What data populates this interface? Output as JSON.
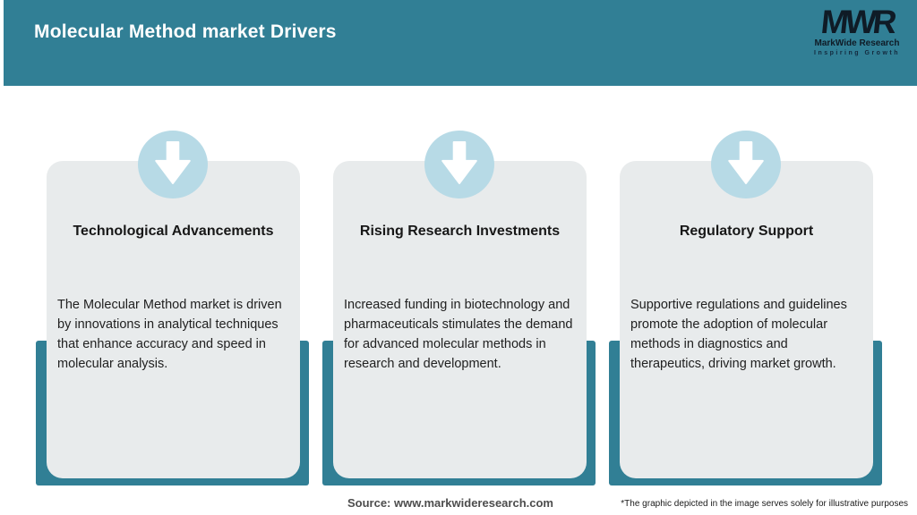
{
  "header": {
    "title": "Molecular Method market Drivers"
  },
  "logo": {
    "acronym": "MWR",
    "name": "MarkWide Research",
    "tagline": "Inspiring Growth"
  },
  "cards": [
    {
      "icon": "down-arrow-icon",
      "title": "Technological Advancements",
      "body": "The Molecular Method market is driven by innovations in analytical techniques that enhance accuracy and speed in molecular analysis."
    },
    {
      "icon": "down-arrow-icon",
      "title": "Rising Research Investments",
      "body": "Increased funding in biotechnology and pharmaceuticals stimulates the demand for advanced molecular methods in research and development."
    },
    {
      "icon": "down-arrow-icon",
      "title": "Regulatory Support",
      "body": "Supportive regulations and guidelines promote the adoption of molecular methods in diagnostics and therapeutics, driving market growth."
    }
  ],
  "footer": {
    "source": "Source: www.markwideresearch.com",
    "disclaimer": "*The graphic depicted in the image serves solely for illustrative purposes"
  },
  "colors": {
    "header_teal": "#317f95",
    "frame_teal": "#317f95",
    "icon_circle_blue": "#b7dae6",
    "card_gray": "#e8ebec",
    "logo_dark": "#0f1b26",
    "title_text": "#171717",
    "body_text": "#212121",
    "source_text": "#4d4d4d"
  }
}
